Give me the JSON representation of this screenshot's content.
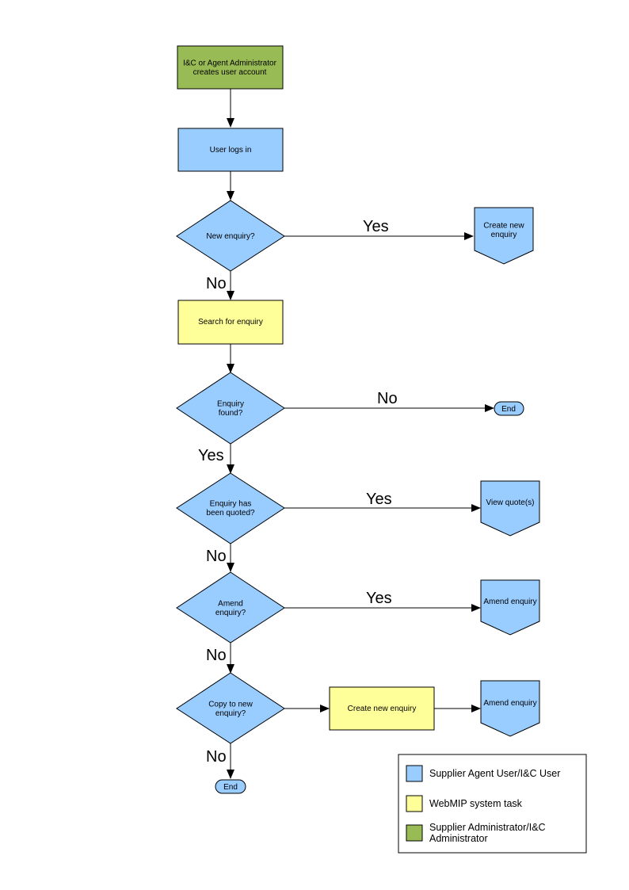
{
  "colors": {
    "user_task": "#99ccff",
    "system_task": "#ffff99",
    "admin_task": "#99bb55"
  },
  "nodes": {
    "create_account": [
      "I&C or Agent Administrator",
      "creates user account"
    ],
    "user_logs_in": [
      "User logs in"
    ],
    "new_enquiry_q": [
      "New enquiry?"
    ],
    "create_new_enquiry_1": [
      "Create new",
      "enquiry"
    ],
    "search_enquiry": [
      "Search for enquiry"
    ],
    "enquiry_found_q": [
      "Enquiry",
      "found?"
    ],
    "end_1": [
      "End"
    ],
    "quoted_q": [
      "Enquiry has",
      "been quoted?"
    ],
    "view_quotes": [
      "View quote(s)"
    ],
    "amend_q": [
      "Amend",
      "enquiry?"
    ],
    "amend_enquiry_1": [
      "Amend enquiry"
    ],
    "copy_q": [
      "Copy to new",
      "enquiry?"
    ],
    "create_new_enquiry_2": [
      "Create new enquiry"
    ],
    "amend_enquiry_2": [
      "Amend enquiry"
    ],
    "end_2": [
      "End"
    ]
  },
  "edge_labels": {
    "new_yes": "Yes",
    "new_no": "No",
    "found_no": "No",
    "found_yes": "Yes",
    "quoted_yes": "Yes",
    "quoted_no": "No",
    "amend_yes": "Yes",
    "amend_no": "No",
    "copy_no": "No"
  },
  "legend": {
    "items": [
      {
        "label": [
          "Supplier Agent User/I&C User"
        ],
        "color": "#99ccff"
      },
      {
        "label": [
          "WebMIP system task"
        ],
        "color": "#ffff99"
      },
      {
        "label": [
          "Supplier Administrator/I&C",
          "Administrator"
        ],
        "color": "#99bb55"
      }
    ]
  }
}
